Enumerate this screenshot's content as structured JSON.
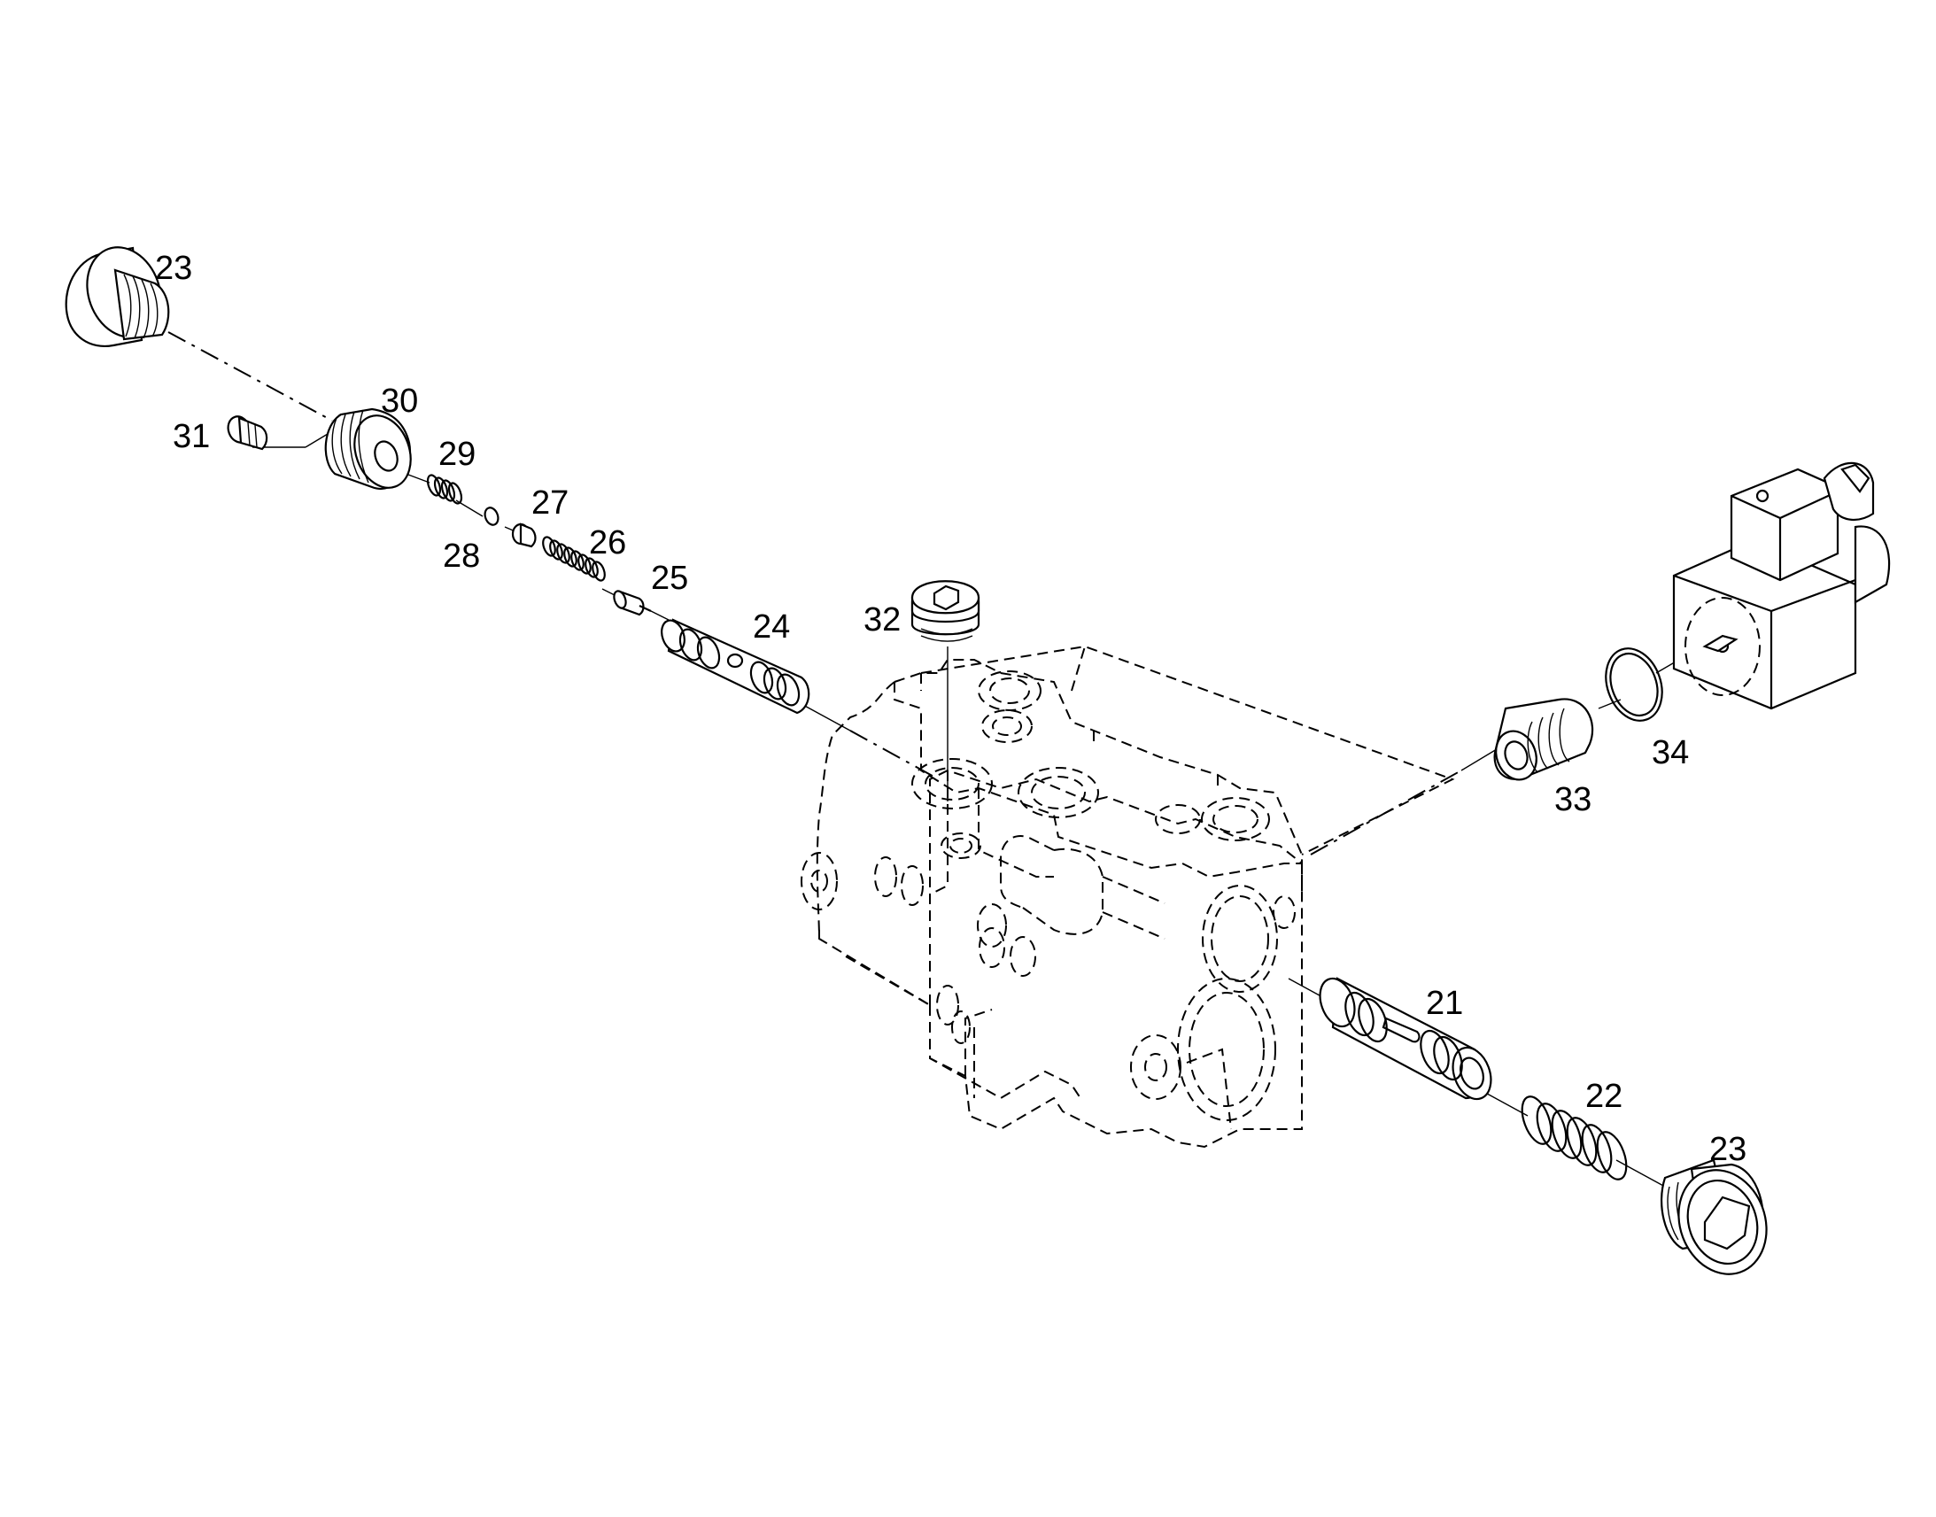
{
  "callouts": [
    {
      "id": "c23a",
      "text": "23"
    },
    {
      "id": "c30",
      "text": "30"
    },
    {
      "id": "c31",
      "text": "31"
    },
    {
      "id": "c29",
      "text": "29"
    },
    {
      "id": "c28",
      "text": "28"
    },
    {
      "id": "c27",
      "text": "27"
    },
    {
      "id": "c26",
      "text": "26"
    },
    {
      "id": "c25",
      "text": "25"
    },
    {
      "id": "c24",
      "text": "24"
    },
    {
      "id": "c32",
      "text": "32"
    },
    {
      "id": "c33",
      "text": "33"
    },
    {
      "id": "c34",
      "text": "34"
    },
    {
      "id": "c21",
      "text": "21"
    },
    {
      "id": "c22",
      "text": "22"
    },
    {
      "id": "c23b",
      "text": "23"
    }
  ]
}
